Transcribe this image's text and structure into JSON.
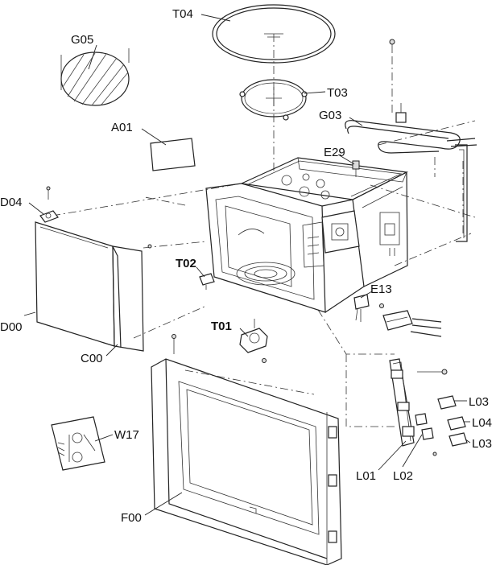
{
  "labels": {
    "T04": "T04",
    "G05": "G05",
    "T03": "T03",
    "A01": "A01",
    "G03": "G03",
    "E29": "E29",
    "D04": "D04",
    "T02": "T02",
    "E13": "E13",
    "T01": "T01",
    "D00": "D00",
    "C00": "C00",
    "L03a": "L03",
    "L04": "L04",
    "W17": "W17",
    "L03b": "L03",
    "L01": "L01",
    "L02": "L02",
    "F00": "F00"
  }
}
